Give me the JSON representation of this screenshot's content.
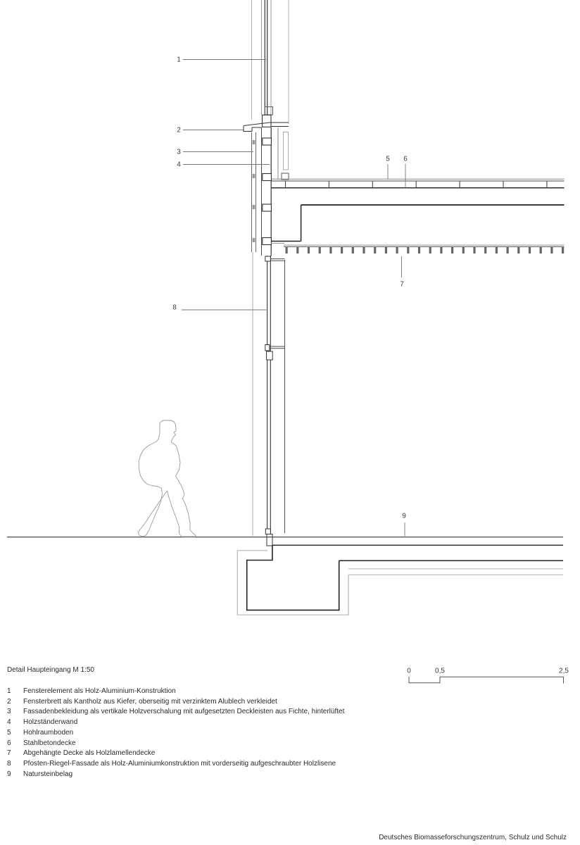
{
  "title": "Detail Haupteingang M 1:50",
  "legend": {
    "items": [
      {
        "num": "1",
        "text": "Fensterelement als Holz-Aluminium-Konstruktion"
      },
      {
        "num": "2",
        "text": "Fensterbrett als Kantholz aus Kiefer, oberseitig mit verzinktem Alublech verkleidet"
      },
      {
        "num": "3",
        "text": "Fassadenbekleidung als vertikale Holzverschalung mit aufgesetzten Deckleisten aus Fichte, hinterlüftet"
      },
      {
        "num": "4",
        "text": "Holzständerwand"
      },
      {
        "num": "5",
        "text": "Hohlraumboden"
      },
      {
        "num": "6",
        "text": "Stahlbetondecke"
      },
      {
        "num": "7",
        "text": "Abgehängte Decke als Holzlamellendecke"
      },
      {
        "num": "8",
        "text": "Pfosten-Riegel-Fassade als Holz-Aluminiumkonstruktion mit vorderseitig aufgeschraubter Holzlisene"
      },
      {
        "num": "9",
        "text": "Natursteinbelag"
      }
    ]
  },
  "drawing": {
    "callouts": [
      {
        "label": "1"
      },
      {
        "label": "2"
      },
      {
        "label": "3"
      },
      {
        "label": "4"
      },
      {
        "label": "5"
      },
      {
        "label": "6"
      },
      {
        "label": "7"
      },
      {
        "label": "8"
      },
      {
        "label": "9"
      }
    ]
  },
  "scale_bar": {
    "labels": [
      "0",
      "0,5",
      "2,5"
    ]
  },
  "footer": "Deutsches Biomasseforschungszentrum, Schulz und Schulz",
  "colors": {
    "background": "#ffffff",
    "line_dark": "#2f2f2f",
    "line_medium": "#666666",
    "line_light": "#b3b3b3"
  }
}
